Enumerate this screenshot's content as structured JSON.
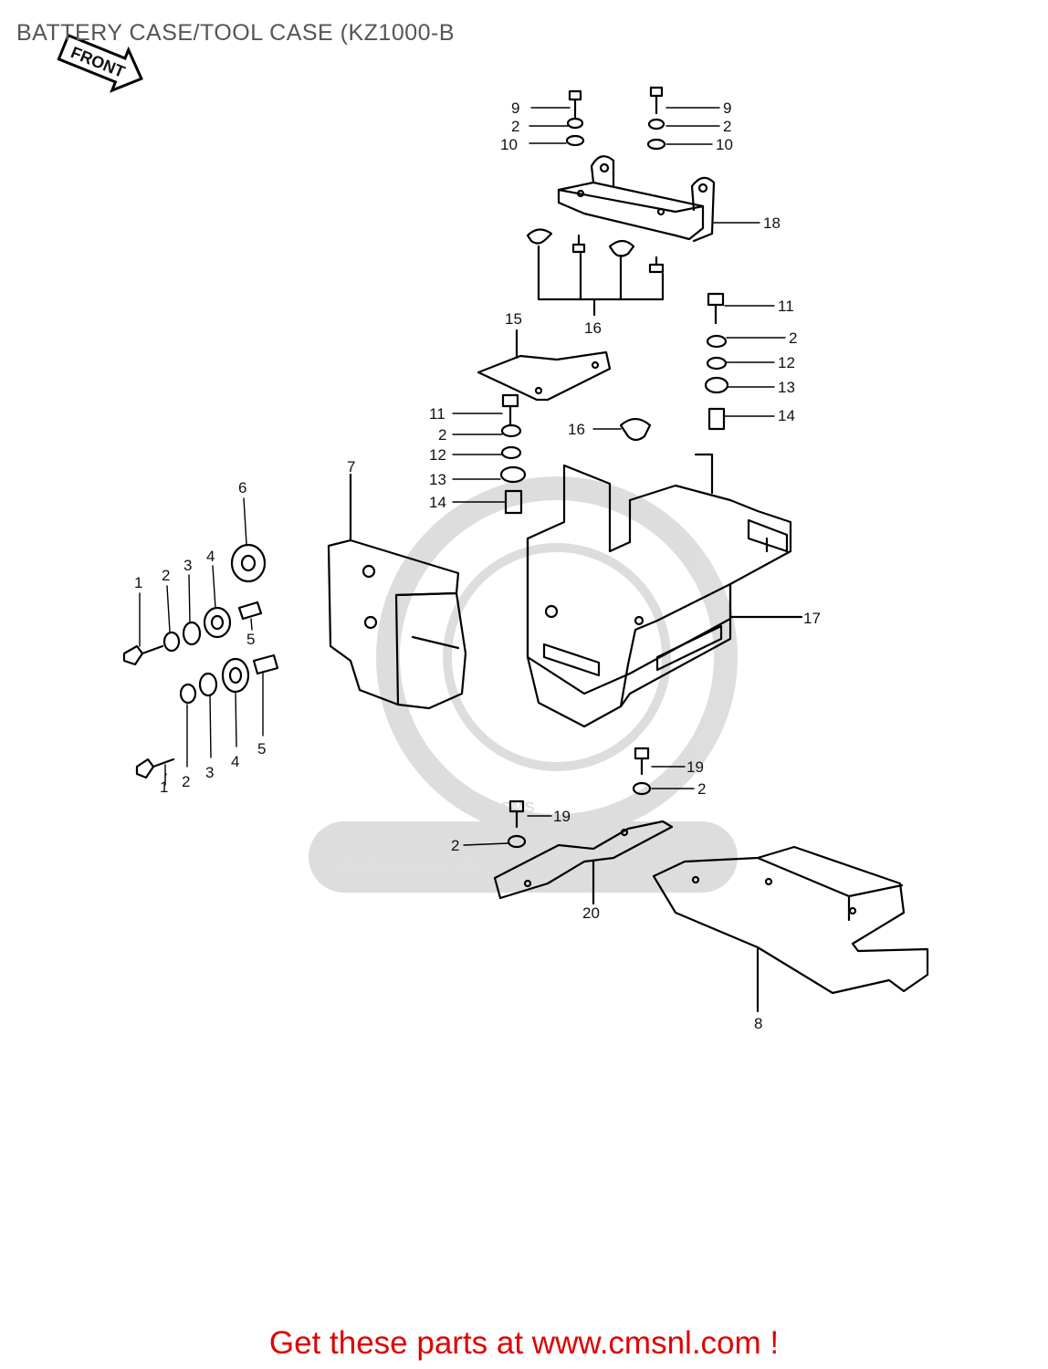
{
  "title": "BATTERY CASE/TOOL CASE (KZ1000-B",
  "front_label": "FRONT",
  "watermark": {
    "brand": "CMS",
    "url": "WWW.CMSNL.COM"
  },
  "footer": {
    "text": "Get these parts at www.cmsnl.com !",
    "color": "#e00000"
  },
  "callouts": [
    "1",
    "2",
    "3",
    "4",
    "5",
    "6",
    "7",
    "8",
    "9",
    "10",
    "11",
    "12",
    "13",
    "14",
    "15",
    "16",
    "17",
    "18",
    "19",
    "20"
  ]
}
